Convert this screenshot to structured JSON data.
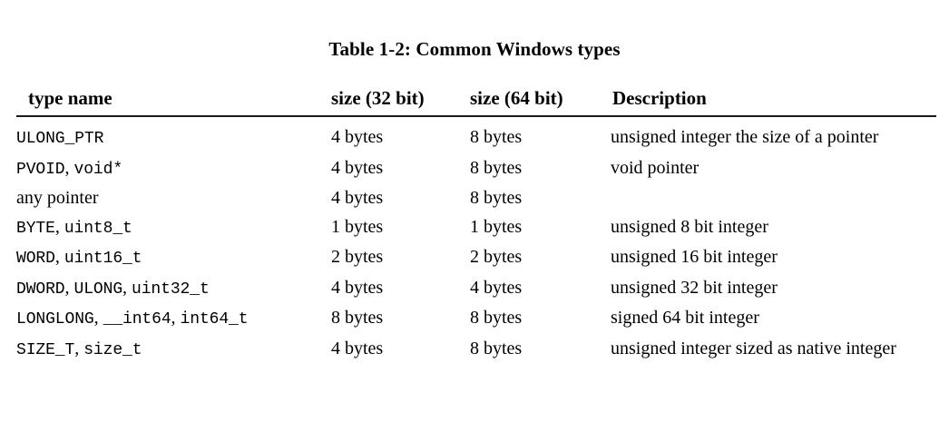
{
  "caption": "Table 1-2: Common Windows types",
  "table": {
    "headers": {
      "type_name": "type name",
      "size_32": "size (32 bit)",
      "size_64": "size (64 bit)",
      "description": "Description"
    },
    "rows": [
      {
        "type_name": "ULONG_PTR",
        "type_parts": [
          {
            "text": "ULONG_PTR",
            "style": "mono"
          }
        ],
        "size_32": "4 bytes",
        "size_64": "8 bytes",
        "description": "unsigned integer the size of a pointer"
      },
      {
        "type_name": "PVOID, void*",
        "type_parts": [
          {
            "text": "PVOID",
            "style": "mono"
          },
          {
            "text": ", ",
            "style": "sep"
          },
          {
            "text": "void*",
            "style": "mono"
          }
        ],
        "size_32": "4 bytes",
        "size_64": "8 bytes",
        "description": "void pointer"
      },
      {
        "type_name": "any pointer",
        "type_parts": [
          {
            "text": "any pointer",
            "style": "prose"
          }
        ],
        "size_32": "4 bytes",
        "size_64": "8 bytes",
        "description": ""
      },
      {
        "type_name": "BYTE, uint8_t",
        "type_parts": [
          {
            "text": "BYTE",
            "style": "mono"
          },
          {
            "text": ", ",
            "style": "sep"
          },
          {
            "text": "uint8_t",
            "style": "mono"
          }
        ],
        "size_32": "1 bytes",
        "size_64": "1 bytes",
        "description": "unsigned 8 bit integer"
      },
      {
        "type_name": "WORD, uint16_t",
        "type_parts": [
          {
            "text": "WORD",
            "style": "mono"
          },
          {
            "text": ", ",
            "style": "sep"
          },
          {
            "text": "uint16_t",
            "style": "mono"
          }
        ],
        "size_32": "2 bytes",
        "size_64": "2 bytes",
        "description": "unsigned 16 bit integer"
      },
      {
        "type_name": "DWORD, ULONG, uint32_t",
        "type_parts": [
          {
            "text": "DWORD",
            "style": "mono"
          },
          {
            "text": ", ",
            "style": "sep"
          },
          {
            "text": "ULONG",
            "style": "mono"
          },
          {
            "text": ", ",
            "style": "sep"
          },
          {
            "text": "uint32_t",
            "style": "mono"
          }
        ],
        "size_32": "4 bytes",
        "size_64": "4 bytes",
        "description": "unsigned 32 bit integer"
      },
      {
        "type_name": "LONGLONG, __int64, int64_t",
        "type_parts": [
          {
            "text": "LONGLONG",
            "style": "mono"
          },
          {
            "text": ", ",
            "style": "sep"
          },
          {
            "text": "__int64",
            "style": "mono"
          },
          {
            "text": ", ",
            "style": "sep"
          },
          {
            "text": "int64_t",
            "style": "mono"
          }
        ],
        "size_32": "8 bytes",
        "size_64": "8 bytes",
        "description": "signed 64 bit integer"
      },
      {
        "type_name": "SIZE_T, size_t",
        "type_parts": [
          {
            "text": "SIZE_T",
            "style": "mono"
          },
          {
            "text": ", ",
            "style": "sep"
          },
          {
            "text": "size_t",
            "style": "mono"
          }
        ],
        "size_32": "4 bytes",
        "size_64": "8 bytes",
        "description": "unsigned integer sized as native integer"
      }
    ]
  },
  "colors": {
    "text": "#000000",
    "rule": "#1a1a1a",
    "background": "#ffffff"
  }
}
